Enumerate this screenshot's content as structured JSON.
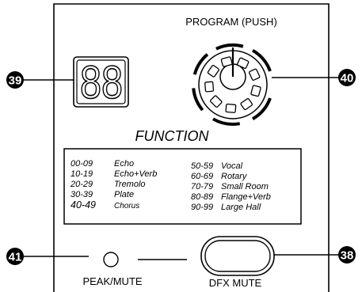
{
  "panel": {
    "display_digits": "88",
    "program_label": "PROGRAM (PUSH)",
    "function_title": "FUNCTION",
    "peak_mute_label": "PEAK/MUTE",
    "dfx_mute_label": "DFX MUTE"
  },
  "callouts": {
    "display": "39",
    "program_knob": "40",
    "peak_mute_led": "41",
    "dfx_mute_button": "38"
  },
  "function_table": {
    "left": [
      {
        "range": "00-09",
        "name": "Echo"
      },
      {
        "range": "10-19",
        "name": "Echo+Verb"
      },
      {
        "range": "20-29",
        "name": "Tremolo"
      },
      {
        "range": "30-39",
        "name": "Plate"
      },
      {
        "range": "40-49",
        "name": "Chorus"
      }
    ],
    "right": [
      {
        "range": "50-59",
        "name": "Vocal"
      },
      {
        "range": "60-69",
        "name": "Rotary"
      },
      {
        "range": "70-79",
        "name": "Small Room"
      },
      {
        "range": "80-89",
        "name": "Flange+Verb"
      },
      {
        "range": "90-99",
        "name": "Large Hall"
      }
    ]
  }
}
